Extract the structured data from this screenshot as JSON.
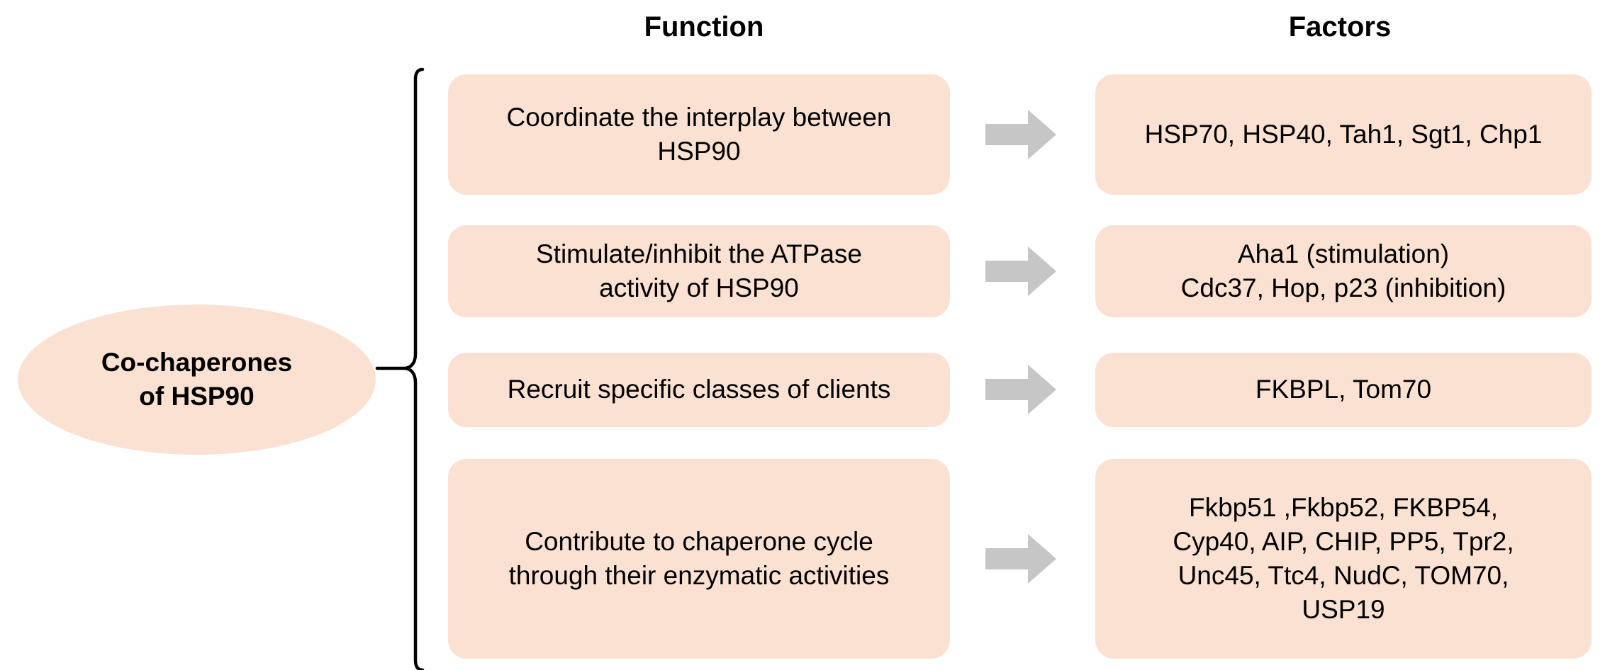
{
  "headers": {
    "function": "Function",
    "factors": "Factors"
  },
  "root": {
    "label": "Co-chaperones\nof HSP90"
  },
  "colors": {
    "box_fill": "#FAE1D2",
    "arrow_fill": "#C6C6C6",
    "brace_stroke": "#000000",
    "text": "#000000",
    "background": "#FFFFFF"
  },
  "rows": [
    {
      "function": "Coordinate the interplay between\nHSP90",
      "arrow": "right-arrow-icon",
      "factors": "HSP70, HSP40, Tah1, Sgt1, Chp1"
    },
    {
      "function": "Stimulate/inhibit the ATPase\nactivity of HSP90",
      "arrow": "right-arrow-icon",
      "factors": "Aha1 (stimulation)\nCdc37, Hop, p23 (inhibition)"
    },
    {
      "function": "Recruit specific classes of clients",
      "arrow": "right-arrow-icon",
      "factors": "FKBPL, Tom70"
    },
    {
      "function": "Contribute to chaperone cycle\nthrough their enzymatic activities",
      "arrow": "right-arrow-icon",
      "factors": "Fkbp51 ,Fkbp52, FKBP54,\nCyp40, AIP, CHIP, PP5, Tpr2,\nUnc45, Ttc4, NudC, TOM70,\nUSP19"
    }
  ]
}
